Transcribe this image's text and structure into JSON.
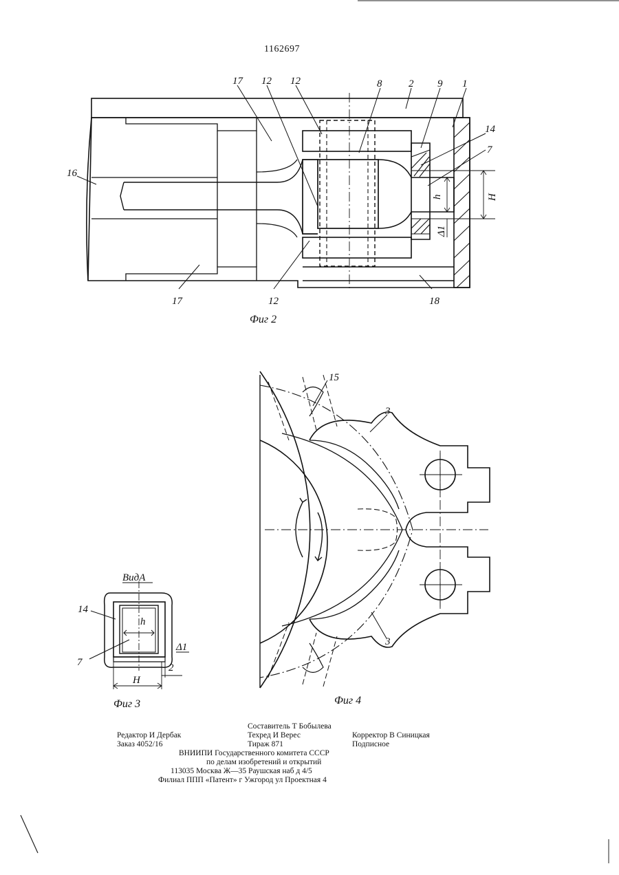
{
  "document": {
    "patent_number": "1162697"
  },
  "figure2": {
    "caption": "Фиг 2",
    "labels": {
      "l1": "1",
      "l2": "2",
      "l7": "7",
      "l8": "8",
      "l9": "9",
      "l12a": "12",
      "l12b": "12",
      "l12c": "12",
      "l14": "14",
      "l16": "16",
      "l17a": "17",
      "l17b": "17",
      "l18": "18",
      "h": "h",
      "H": "H",
      "delta": "Δ1"
    }
  },
  "figure3": {
    "caption": "Фиг 3",
    "view_title": "ВидА",
    "labels": {
      "l14": "14",
      "l7": "7",
      "h": "h",
      "H": "H",
      "delta": "Δ1",
      "l2": "2"
    }
  },
  "figure4": {
    "caption": "Фиг 4",
    "labels": {
      "l15": "15",
      "l3a": "3",
      "l3b": "3"
    }
  },
  "colophon": {
    "compiler": "Составитель Т Бобылева",
    "editor": "Редактор И Дербак",
    "techred": "Техред И Верес",
    "corrector": "Корректор В Синицкая",
    "order": "Заказ 4052/16",
    "circulation": "Тираж 871",
    "subscription": "Подписное",
    "org_line1": "ВНИИПИ Государственного комитета СССР",
    "org_line2": "по делам изобретений и открытий",
    "address": "113035 Москва Ж—35 Раушская наб д 4/5",
    "branch": "Филиал ППП «Патент» г Ужгород ул Проектная 4"
  }
}
